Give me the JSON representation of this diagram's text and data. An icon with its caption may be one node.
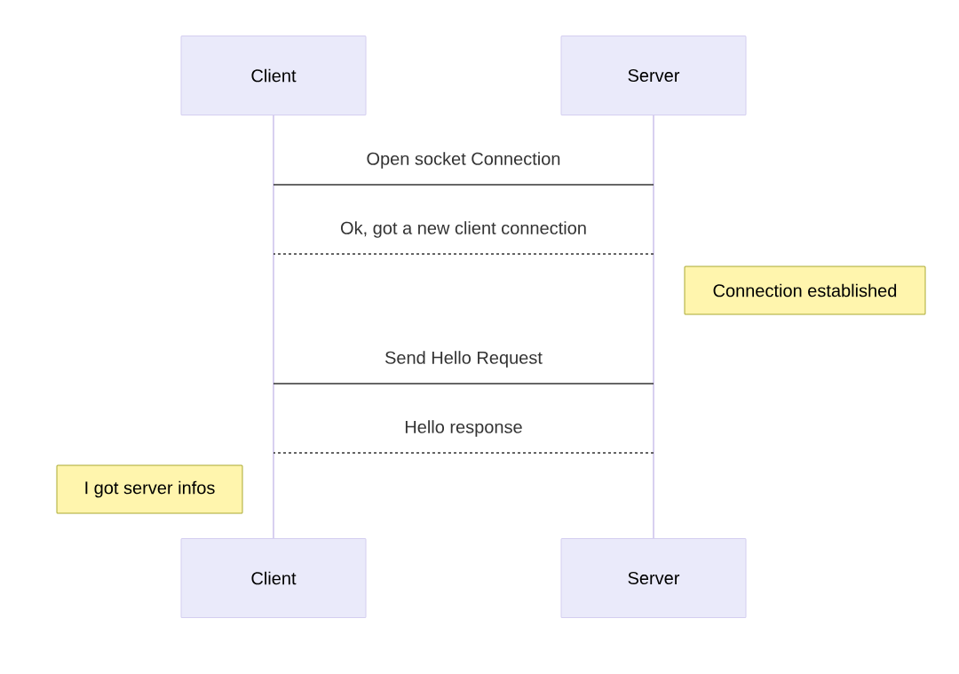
{
  "diagram": {
    "nodes": [
      {
        "text": [
          "Client"
        ]
      },
      {
        "text": [
          "Server"
        ]
      },
      {
        "text": [],
        "shape": "bar"
      },
      {
        "text": [],
        "shape": "bar"
      },
      {
        "text": [
          "Connection established"
        ]
      },
      {
        "text": [
          "I got server infos"
        ]
      },
      {
        "text": [
          "Client"
        ]
      },
      {
        "text": [
          "Server"
        ]
      }
    ],
    "edges": [
      {
        "from": 2,
        "to": 3,
        "arrow": "none",
        "label": "Open socket Connection"
      },
      {
        "from": 3,
        "to": 2,
        "arrow": "none",
        "label": "Ok, got a new client connection",
        "style": "dashed"
      },
      {
        "from": 2,
        "to": 3,
        "arrow": "none",
        "label": "Send Hello Request"
      },
      {
        "from": 3,
        "to": 2,
        "arrow": "none",
        "label": "Hello response",
        "style": "dashed"
      }
    ]
  }
}
